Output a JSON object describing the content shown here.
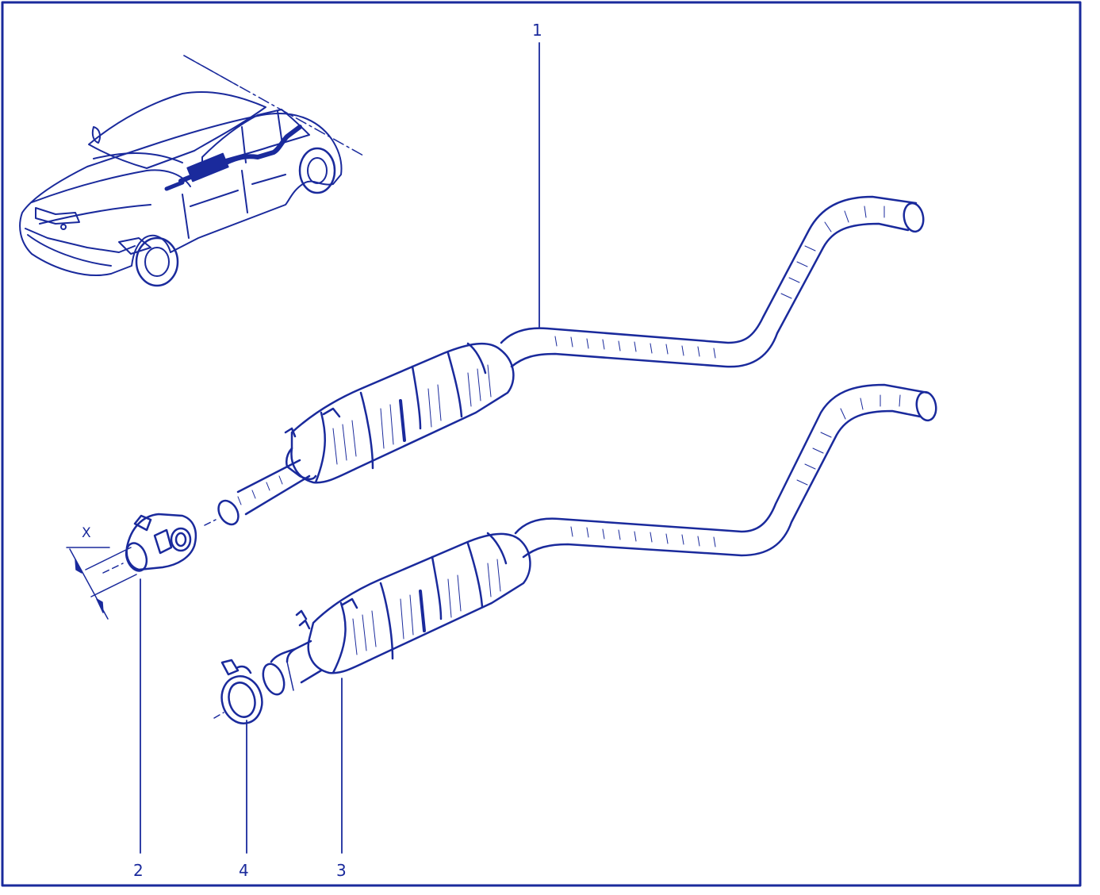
{
  "diagram": {
    "ink_color": "#1a2a9c",
    "background_color": "#ffffff",
    "callouts": [
      {
        "id": "1",
        "label": "1"
      },
      {
        "id": "2",
        "label": "2"
      },
      {
        "id": "3",
        "label": "3"
      },
      {
        "id": "4",
        "label": "4"
      }
    ],
    "dimension_label": "X"
  }
}
